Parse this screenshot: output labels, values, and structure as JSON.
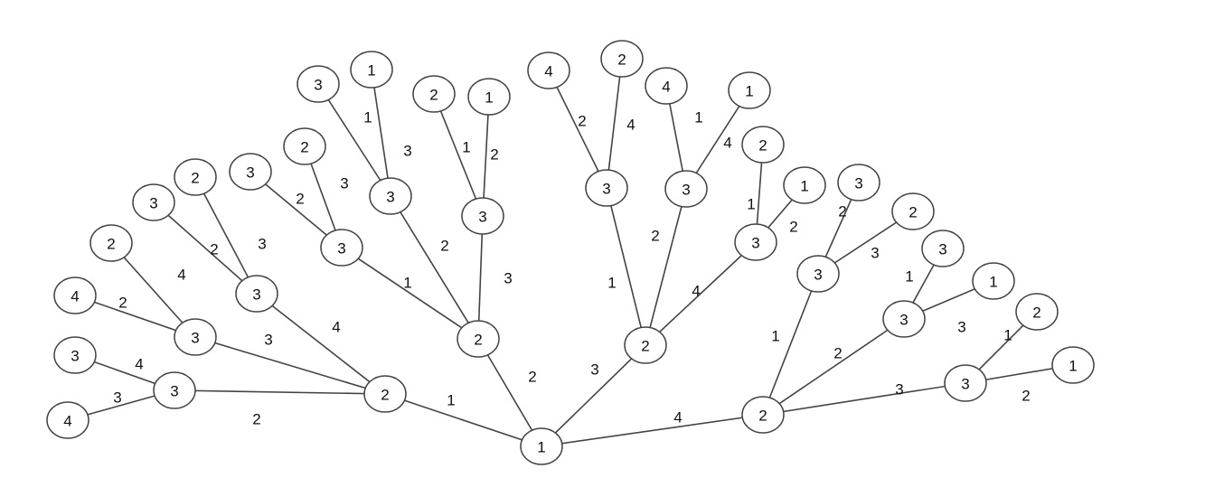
{
  "diagram": {
    "type": "tree",
    "style": {
      "line_color": "#444444",
      "node_fill": "#ffffff",
      "text_color": "#111111"
    },
    "nodes": [
      {
        "id": "n1",
        "label": "1"
      },
      {
        "id": "a",
        "label": "2"
      },
      {
        "id": "a1",
        "label": "3"
      },
      {
        "id": "a1a",
        "label": "3"
      },
      {
        "id": "a1b",
        "label": "4"
      },
      {
        "id": "a2",
        "label": "3"
      },
      {
        "id": "a2a",
        "label": "4"
      },
      {
        "id": "a2b",
        "label": "2"
      },
      {
        "id": "a3",
        "label": "3"
      },
      {
        "id": "a3a",
        "label": "3"
      },
      {
        "id": "a3b",
        "label": "2"
      },
      {
        "id": "b",
        "label": "2"
      },
      {
        "id": "b1",
        "label": "3"
      },
      {
        "id": "b1a",
        "label": "3"
      },
      {
        "id": "b1b",
        "label": "2"
      },
      {
        "id": "b2",
        "label": "3"
      },
      {
        "id": "b2a",
        "label": "3"
      },
      {
        "id": "b2b",
        "label": "1"
      },
      {
        "id": "b3",
        "label": "3"
      },
      {
        "id": "b3a",
        "label": "2"
      },
      {
        "id": "b3b",
        "label": "1"
      },
      {
        "id": "c",
        "label": "2"
      },
      {
        "id": "c1",
        "label": "3"
      },
      {
        "id": "c1a",
        "label": "4"
      },
      {
        "id": "c1b",
        "label": "2"
      },
      {
        "id": "c2",
        "label": "3"
      },
      {
        "id": "c2a",
        "label": "4"
      },
      {
        "id": "c2b",
        "label": "1"
      },
      {
        "id": "c3",
        "label": "3"
      },
      {
        "id": "c3a",
        "label": "2"
      },
      {
        "id": "c3b",
        "label": "1"
      },
      {
        "id": "d",
        "label": "2"
      },
      {
        "id": "d1",
        "label": "3"
      },
      {
        "id": "d1a",
        "label": "3"
      },
      {
        "id": "d1b",
        "label": "2"
      },
      {
        "id": "d2",
        "label": "3"
      },
      {
        "id": "d2a",
        "label": "3"
      },
      {
        "id": "d2b",
        "label": "1"
      },
      {
        "id": "d3",
        "label": "3"
      },
      {
        "id": "d3a",
        "label": "2"
      },
      {
        "id": "d3b",
        "label": "1"
      }
    ],
    "edges": [
      {
        "from": "n1",
        "to": "a",
        "label": "1"
      },
      {
        "from": "n1",
        "to": "b",
        "label": "2"
      },
      {
        "from": "n1",
        "to": "c",
        "label": "3"
      },
      {
        "from": "n1",
        "to": "d",
        "label": "4"
      },
      {
        "from": "a",
        "to": "a1",
        "label": "2"
      },
      {
        "from": "a",
        "to": "a2",
        "label": "3"
      },
      {
        "from": "a",
        "to": "a3",
        "label": "4"
      },
      {
        "from": "a1",
        "to": "a1a",
        "label": "4"
      },
      {
        "from": "a1",
        "to": "a1b",
        "label": "3"
      },
      {
        "from": "a2",
        "to": "a2a",
        "label": "2"
      },
      {
        "from": "a2",
        "to": "a2b",
        "label": "4"
      },
      {
        "from": "a3",
        "to": "a3a",
        "label": "2"
      },
      {
        "from": "a3",
        "to": "a3b",
        "label": "3"
      },
      {
        "from": "b",
        "to": "b1",
        "label": "1"
      },
      {
        "from": "b",
        "to": "b2",
        "label": "2"
      },
      {
        "from": "b",
        "to": "b3",
        "label": "3"
      },
      {
        "from": "b1",
        "to": "b1a",
        "label": "2"
      },
      {
        "from": "b1",
        "to": "b1b",
        "label": "3"
      },
      {
        "from": "b2",
        "to": "b2a",
        "label": "1"
      },
      {
        "from": "b2",
        "to": "b2b",
        "label": "3"
      },
      {
        "from": "b3",
        "to": "b3a",
        "label": "1"
      },
      {
        "from": "b3",
        "to": "b3b",
        "label": "2"
      },
      {
        "from": "c",
        "to": "c1",
        "label": "1"
      },
      {
        "from": "c",
        "to": "c2",
        "label": "2"
      },
      {
        "from": "c",
        "to": "c3",
        "label": "4"
      },
      {
        "from": "c1",
        "to": "c1a",
        "label": "2"
      },
      {
        "from": "c1",
        "to": "c1b",
        "label": "4"
      },
      {
        "from": "c2",
        "to": "c2a",
        "label": "1"
      },
      {
        "from": "c2",
        "to": "c2b",
        "label": "4"
      },
      {
        "from": "c3",
        "to": "c3a",
        "label": "1"
      },
      {
        "from": "c3",
        "to": "c3b",
        "label": "2"
      },
      {
        "from": "d",
        "to": "d1",
        "label": "1"
      },
      {
        "from": "d",
        "to": "d2",
        "label": "2"
      },
      {
        "from": "d",
        "to": "d3",
        "label": "3"
      },
      {
        "from": "d1",
        "to": "d1a",
        "label": "2"
      },
      {
        "from": "d1",
        "to": "d1b",
        "label": "3"
      },
      {
        "from": "d2",
        "to": "d2a",
        "label": "1"
      },
      {
        "from": "d2",
        "to": "d2b",
        "label": "3"
      },
      {
        "from": "d3",
        "to": "d3a",
        "label": "1"
      },
      {
        "from": "d3",
        "to": "d3b",
        "label": "2"
      }
    ]
  }
}
